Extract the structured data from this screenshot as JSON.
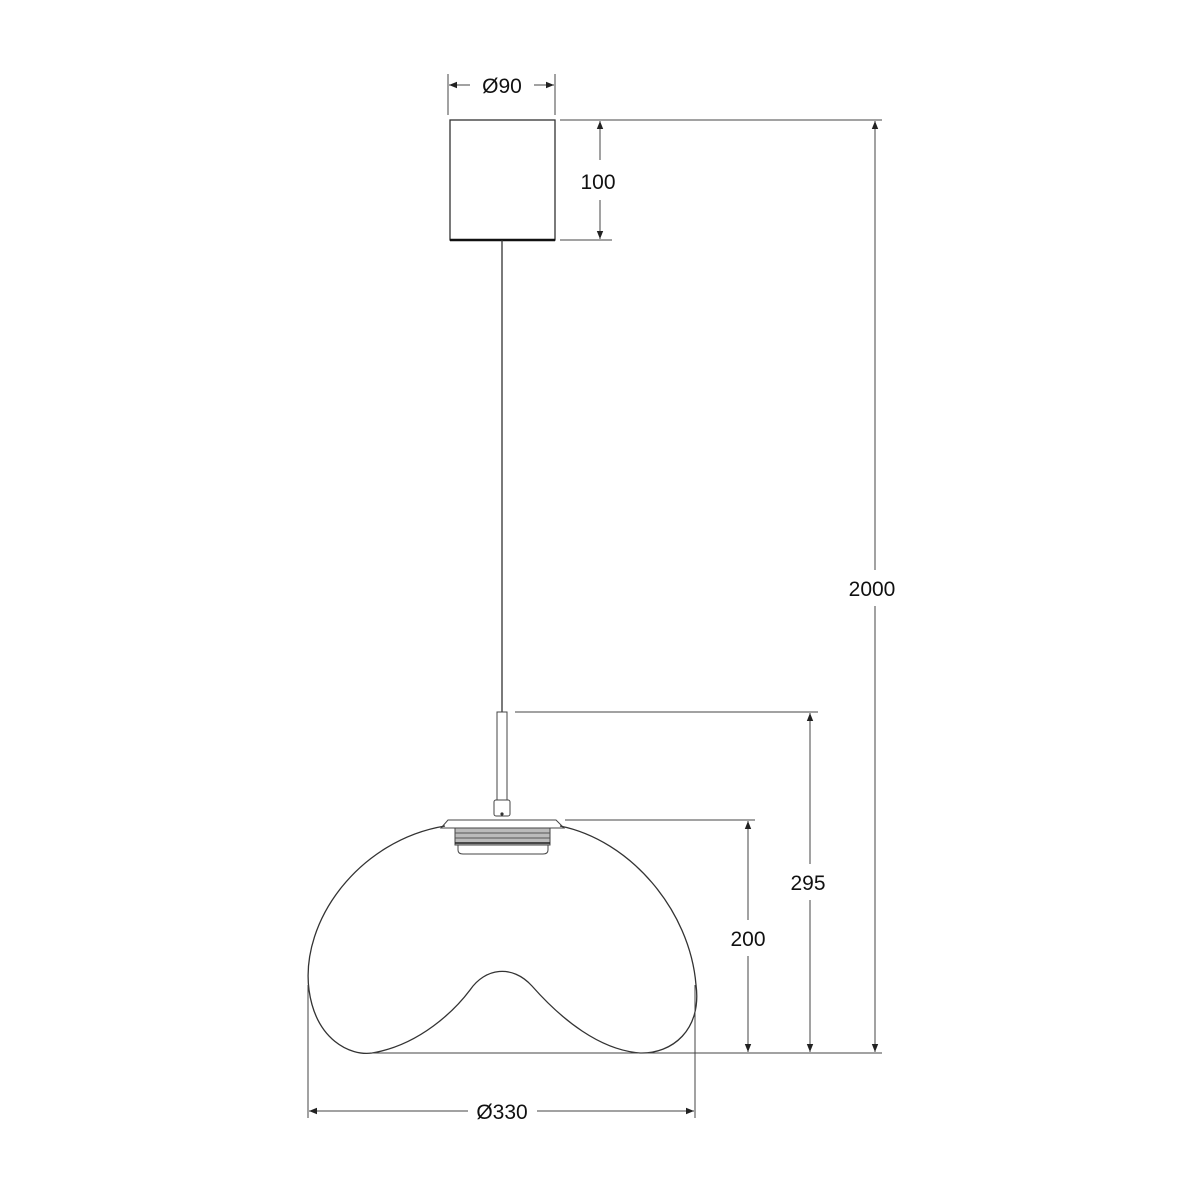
{
  "drawing": {
    "subject": "pendant-lamp",
    "dimensions": {
      "canopy_diameter": "Ø90",
      "canopy_height": "100",
      "overall_height": "2000",
      "rod_to_bottom": "295",
      "shade_height": "200",
      "shade_diameter": "Ø330"
    },
    "colors": {
      "line": "#333333",
      "background": "#ffffff"
    }
  }
}
